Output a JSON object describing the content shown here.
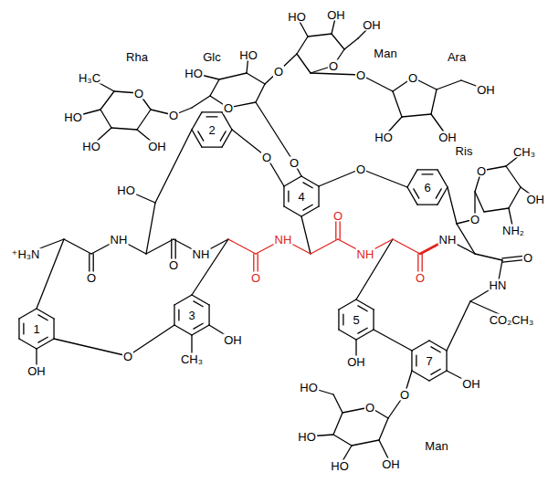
{
  "diagram": {
    "labels": [
      "HO",
      "OH",
      "OH",
      "Man",
      "O",
      "O",
      "HO",
      "Glc",
      "Rha",
      "Ara",
      "O",
      "O",
      "OH",
      "HO",
      "OH",
      "HO",
      "O",
      "O",
      "O",
      "H₃C",
      "HO",
      "HO",
      "OH",
      "2",
      "4",
      "6",
      "O",
      "O",
      "O",
      "Ris",
      "O",
      "CH₃",
      "OH",
      "NH₂",
      "O",
      "HO",
      "⁺H₃N",
      "O",
      "NH",
      "O",
      "NH",
      "O",
      "NH",
      "O",
      "NH",
      "O",
      "NH",
      "O",
      "HN",
      "CO₂CH₃",
      "1",
      "OH",
      "O",
      "3",
      "CH₃",
      "OH",
      "5",
      "OH",
      "7",
      "OH",
      "O",
      "O",
      "HO",
      "HO",
      "HO",
      "OH",
      "Man"
    ]
  }
}
